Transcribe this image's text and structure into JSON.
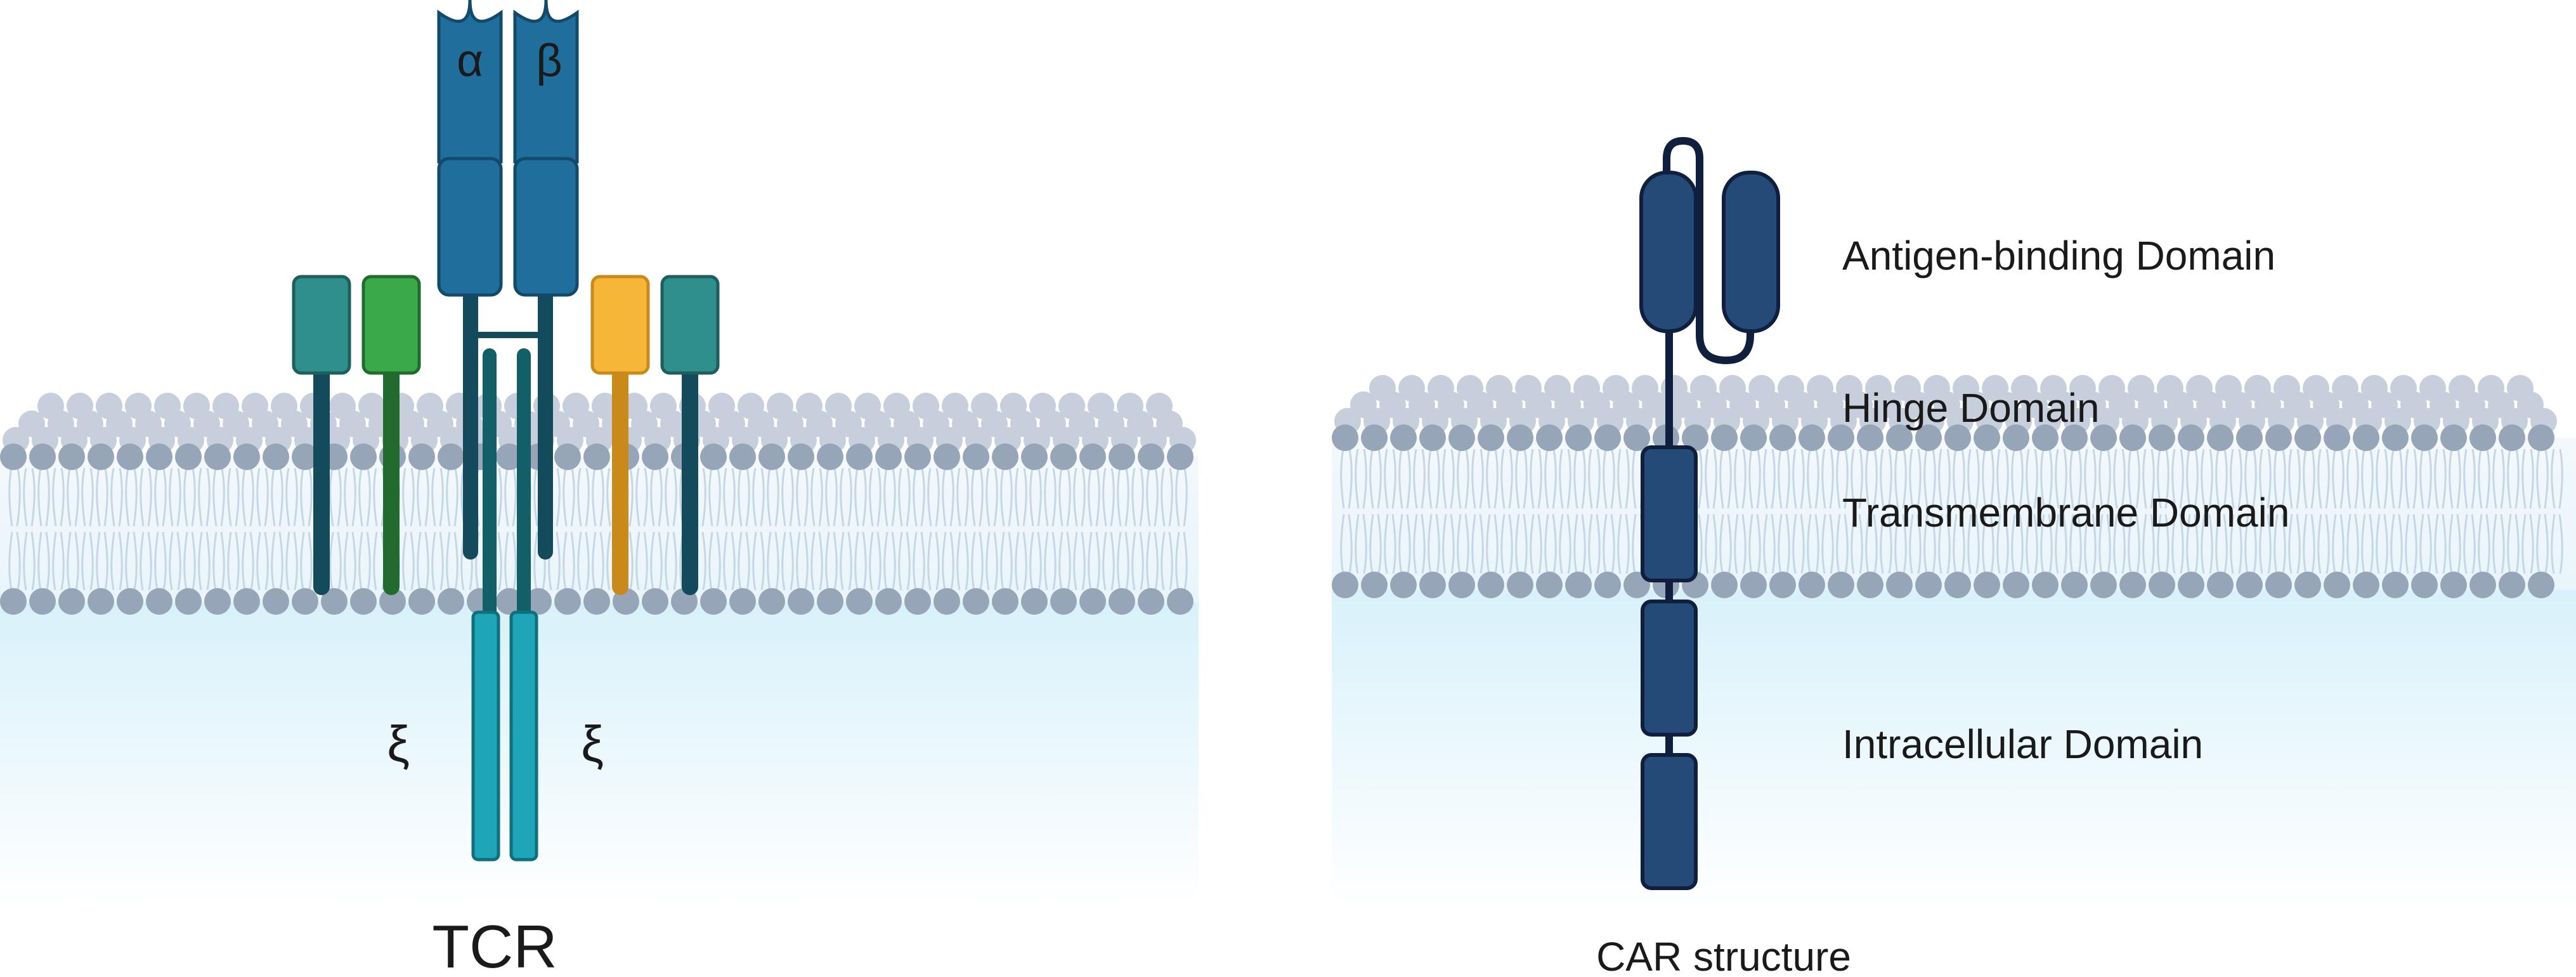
{
  "colors": {
    "tcr_chain": "#1f6e9c",
    "tcr_chain_stroke": "#134a6b",
    "tcr_stem": "#134a5c",
    "zeta_chain": "#1ea6b8",
    "zeta_stroke": "#0f6f7d",
    "cd3_teal": "#2e8f8c",
    "cd3_green": "#3aa94a",
    "cd3_orange": "#f6b637",
    "car_domain": "#244a78",
    "car_stroke": "#0f1f3d",
    "lipid_head": "#97a5b8",
    "lipid_head_back": "#c6cfdb",
    "cytoplasm": "#e2f5fb"
  },
  "tcr": {
    "title": "TCR",
    "alpha_symbol": "α",
    "beta_symbol": "β",
    "zeta_left": "ξ",
    "zeta_right": "ξ"
  },
  "car": {
    "title": "CAR structure",
    "labels": {
      "antigen_binding": "Antigen-binding Domain",
      "hinge": "Hinge Domain",
      "transmembrane": "Transmembrane Domain",
      "intracellular": "Intracellular Domain"
    }
  }
}
